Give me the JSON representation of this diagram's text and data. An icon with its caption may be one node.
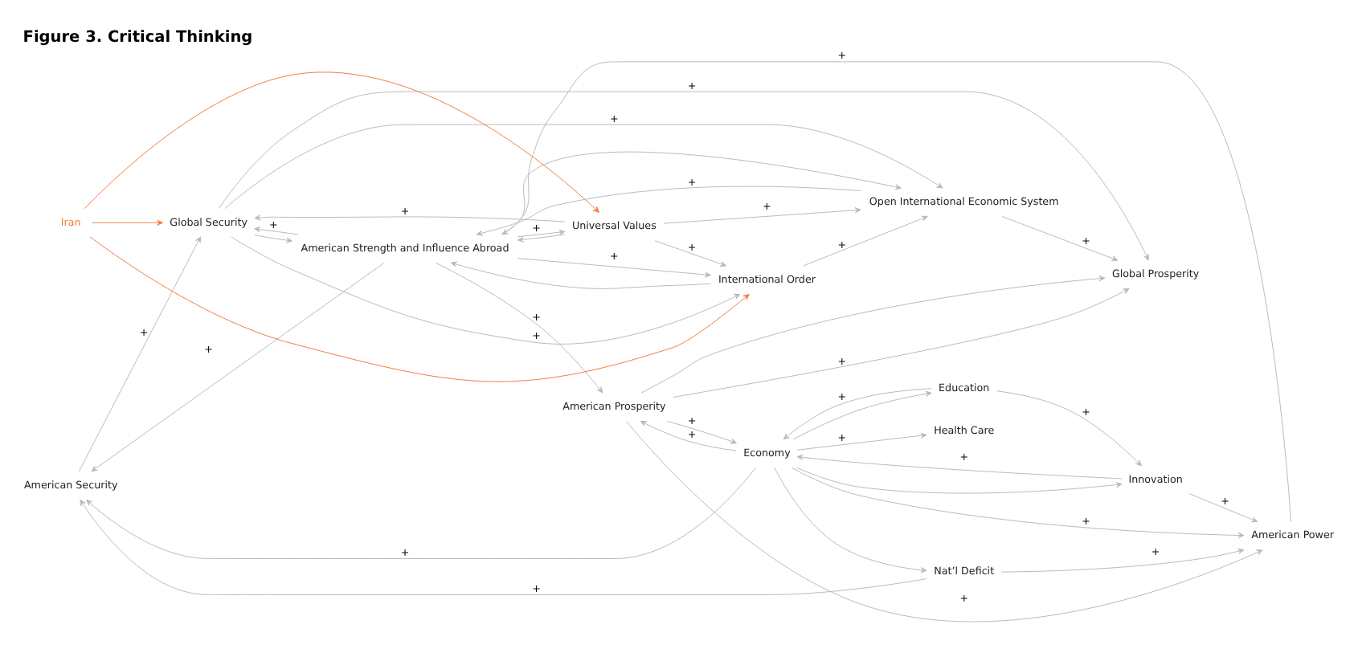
{
  "diagram": {
    "title": "Figure 3. Critical Thinking",
    "nodes": [
      {
        "text": [
          "American Security"
        ]
      },
      {
        "text": [
          "Nat’l Deficit"
        ]
      },
      {
        "text": [
          "Global Security"
        ]
      },
      {
        "text": [
          "Innovation"
        ]
      },
      {
        "text": [
          "Universal Values"
        ]
      },
      {
        "text": [
          "Economy"
        ]
      },
      {
        "text": [
          "American Power"
        ]
      },
      {
        "text": [
          "American Strength and Influence Abroad"
        ]
      },
      {
        "text": [
          "International Order"
        ]
      },
      {
        "text": [
          "Iran"
        ]
      },
      {
        "text": [
          "Education"
        ]
      },
      {
        "text": [
          "Open International Economic System"
        ]
      },
      {
        "text": [
          "Health Care"
        ]
      },
      {
        "text": [
          "Global Prosperity"
        ]
      },
      {
        "text": [
          "American Prosperity"
        ]
      }
    ],
    "edges": [
      {
        "from": 5,
        "to": 0,
        "arrow": "to",
        "label": "+"
      },
      {
        "from": 5,
        "to": 1,
        "arrow": "to"
      },
      {
        "from": 5,
        "to": 3,
        "arrow": "to"
      },
      {
        "from": 3,
        "to": 5,
        "arrow": "to",
        "label": "+"
      },
      {
        "from": 5,
        "to": 10,
        "arrow": "to"
      },
      {
        "from": 10,
        "to": 5,
        "arrow": "to",
        "label": "+"
      },
      {
        "from": 5,
        "to": 6,
        "arrow": "to",
        "label": "+"
      },
      {
        "from": 10,
        "to": 3,
        "arrow": "to",
        "label": "+"
      },
      {
        "from": 3,
        "to": 6,
        "arrow": "to",
        "label": "+"
      },
      {
        "from": 5,
        "to": 12,
        "arrow": "to",
        "label": "+"
      },
      {
        "from": 5,
        "to": 14,
        "arrow": "to",
        "label": "+"
      },
      {
        "from": 14,
        "to": 5,
        "arrow": "to",
        "label": "+"
      },
      {
        "from": 1,
        "to": 6,
        "arrow": "to",
        "label": "+"
      },
      {
        "from": 1,
        "to": 0,
        "arrow": "to",
        "label": "+"
      },
      {
        "from": 6,
        "to": 7,
        "arrow": "to",
        "label": "+"
      },
      {
        "from": 7,
        "to": 0,
        "arrow": "to",
        "label": "+"
      },
      {
        "from": 0,
        "to": 2,
        "arrow": "to",
        "label": "+"
      },
      {
        "from": 2,
        "to": 7,
        "arrow": "to"
      },
      {
        "from": 7,
        "to": 2,
        "arrow": "to",
        "label": "+"
      },
      {
        "from": 4,
        "to": 7,
        "arrow": "to"
      },
      {
        "from": 7,
        "to": 4,
        "arrow": "to",
        "label": "+"
      },
      {
        "from": 4,
        "to": 2,
        "arrow": "to",
        "label": "+"
      },
      {
        "from": 8,
        "to": 7,
        "arrow": "to"
      },
      {
        "from": 7,
        "to": 8,
        "arrow": "to",
        "label": "+"
      },
      {
        "from": 4,
        "to": 8,
        "arrow": "to",
        "label": "+"
      },
      {
        "from": 8,
        "to": 11,
        "arrow": "to",
        "label": "+"
      },
      {
        "from": 7,
        "to": 11,
        "arrow": "to"
      },
      {
        "from": 11,
        "to": 7,
        "arrow": "to",
        "label": "+"
      },
      {
        "from": 7,
        "to": 14,
        "arrow": "to",
        "label": "+"
      },
      {
        "from": 14,
        "to": 6,
        "arrow": "to",
        "label": "+"
      },
      {
        "from": 11,
        "to": 13,
        "arrow": "to",
        "label": "+"
      },
      {
        "from": 14,
        "to": 13,
        "arrow": "to"
      },
      {
        "from": 14,
        "to": 13,
        "arrow": "to",
        "label": "+"
      },
      {
        "from": 2,
        "to": 13,
        "arrow": "to",
        "label": "+"
      },
      {
        "from": 2,
        "to": 11,
        "arrow": "to",
        "label": "+"
      },
      {
        "from": 2,
        "to": 8,
        "arrow": "to",
        "label": "+"
      },
      {
        "from": 4,
        "to": 11,
        "arrow": "to",
        "label": "+"
      },
      {
        "from": 9,
        "to": 2,
        "arrow": "to",
        "color": "#f07c3a"
      },
      {
        "from": 9,
        "to": 4,
        "arrow": "to",
        "color": "#f07c3a"
      },
      {
        "from": 9,
        "to": 8,
        "arrow": "to",
        "color": "#f07c3a"
      }
    ]
  }
}
